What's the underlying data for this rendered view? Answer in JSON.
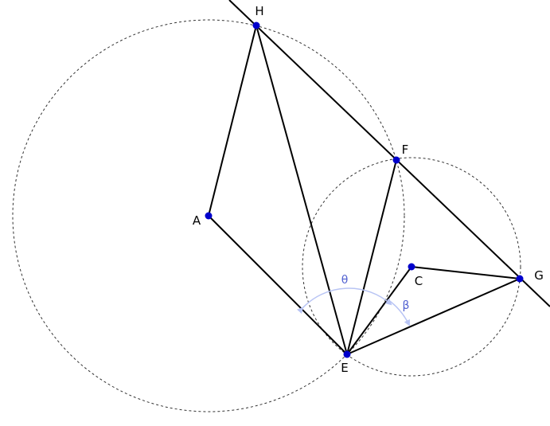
{
  "figure": {
    "points": [
      {
        "id": "H",
        "label": "H"
      },
      {
        "id": "F",
        "label": "F"
      },
      {
        "id": "A",
        "label": "A"
      },
      {
        "id": "C",
        "label": "C"
      },
      {
        "id": "G",
        "label": "G"
      },
      {
        "id": "E",
        "label": "E"
      }
    ],
    "angles": {
      "theta": "θ",
      "beta": "β"
    },
    "colors": {
      "stroke": "#000000",
      "point": "#0000cc",
      "angle_arc": "#b8c4f4",
      "angle_label": "#4f5fd0",
      "circle": "#333333"
    }
  }
}
